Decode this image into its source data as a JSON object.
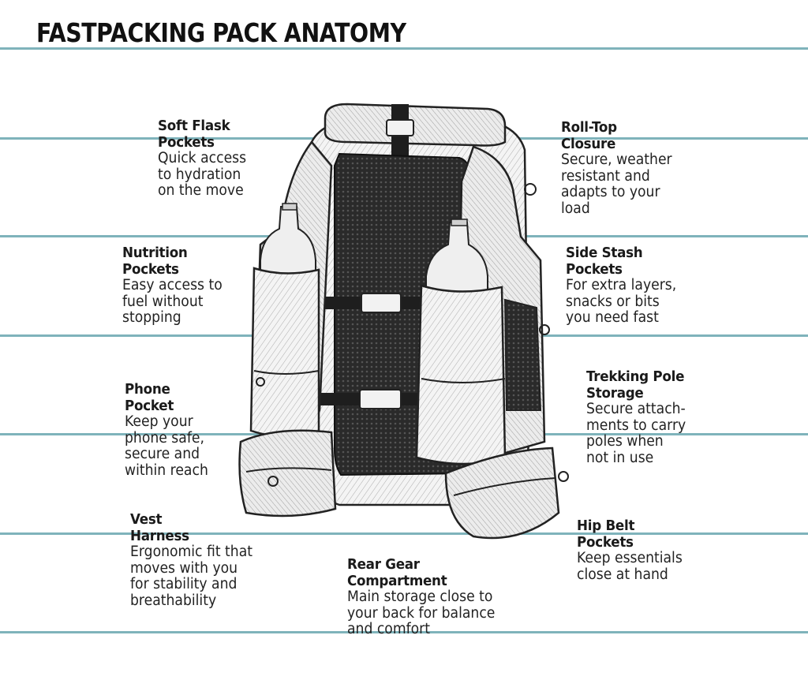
{
  "title": "FASTPACKING PACK ANATOMY",
  "callouts": [
    {
      "head": [
        "Soft Flask",
        "Pockets"
      ],
      "desc": [
        "Quick access",
        "to hydration",
        "on the move"
      ]
    },
    {
      "head": [
        "Nutrition",
        "Pockets"
      ],
      "desc": [
        "Easy access to",
        "fuel without",
        "stopping"
      ]
    },
    {
      "head": [
        "Phone",
        "Pocket"
      ],
      "desc": [
        "Keep your",
        "phone safe,",
        "secure and",
        "within reach"
      ]
    },
    {
      "head": [
        "Vest",
        "Harness"
      ],
      "desc": [
        "Ergonomic fit that",
        "moves with you",
        "for stability and",
        "breathability"
      ]
    },
    {
      "head": [
        "Rear Gear",
        "Compartment"
      ],
      "desc": [
        "Main storage close to",
        "your back for balance",
        "and comfort"
      ]
    },
    {
      "head": [
        "Roll-Top",
        "Closure"
      ],
      "desc": [
        "Secure, weather",
        "resistant and",
        "adapts to your",
        "load"
      ]
    },
    {
      "head": [
        "Side Stash",
        "Pockets"
      ],
      "desc": [
        "For extra layers,",
        "snacks or bits",
        "you need fast"
      ]
    },
    {
      "head": [
        "Trekking Pole",
        "Storage"
      ],
      "desc": [
        "Secure attach-",
        "ments to carry",
        "poles when",
        "not in use"
      ]
    },
    {
      "head": [
        "Hip Belt",
        "Pockets"
      ],
      "desc": [
        "Keep essentials",
        "close at hand"
      ]
    }
  ]
}
